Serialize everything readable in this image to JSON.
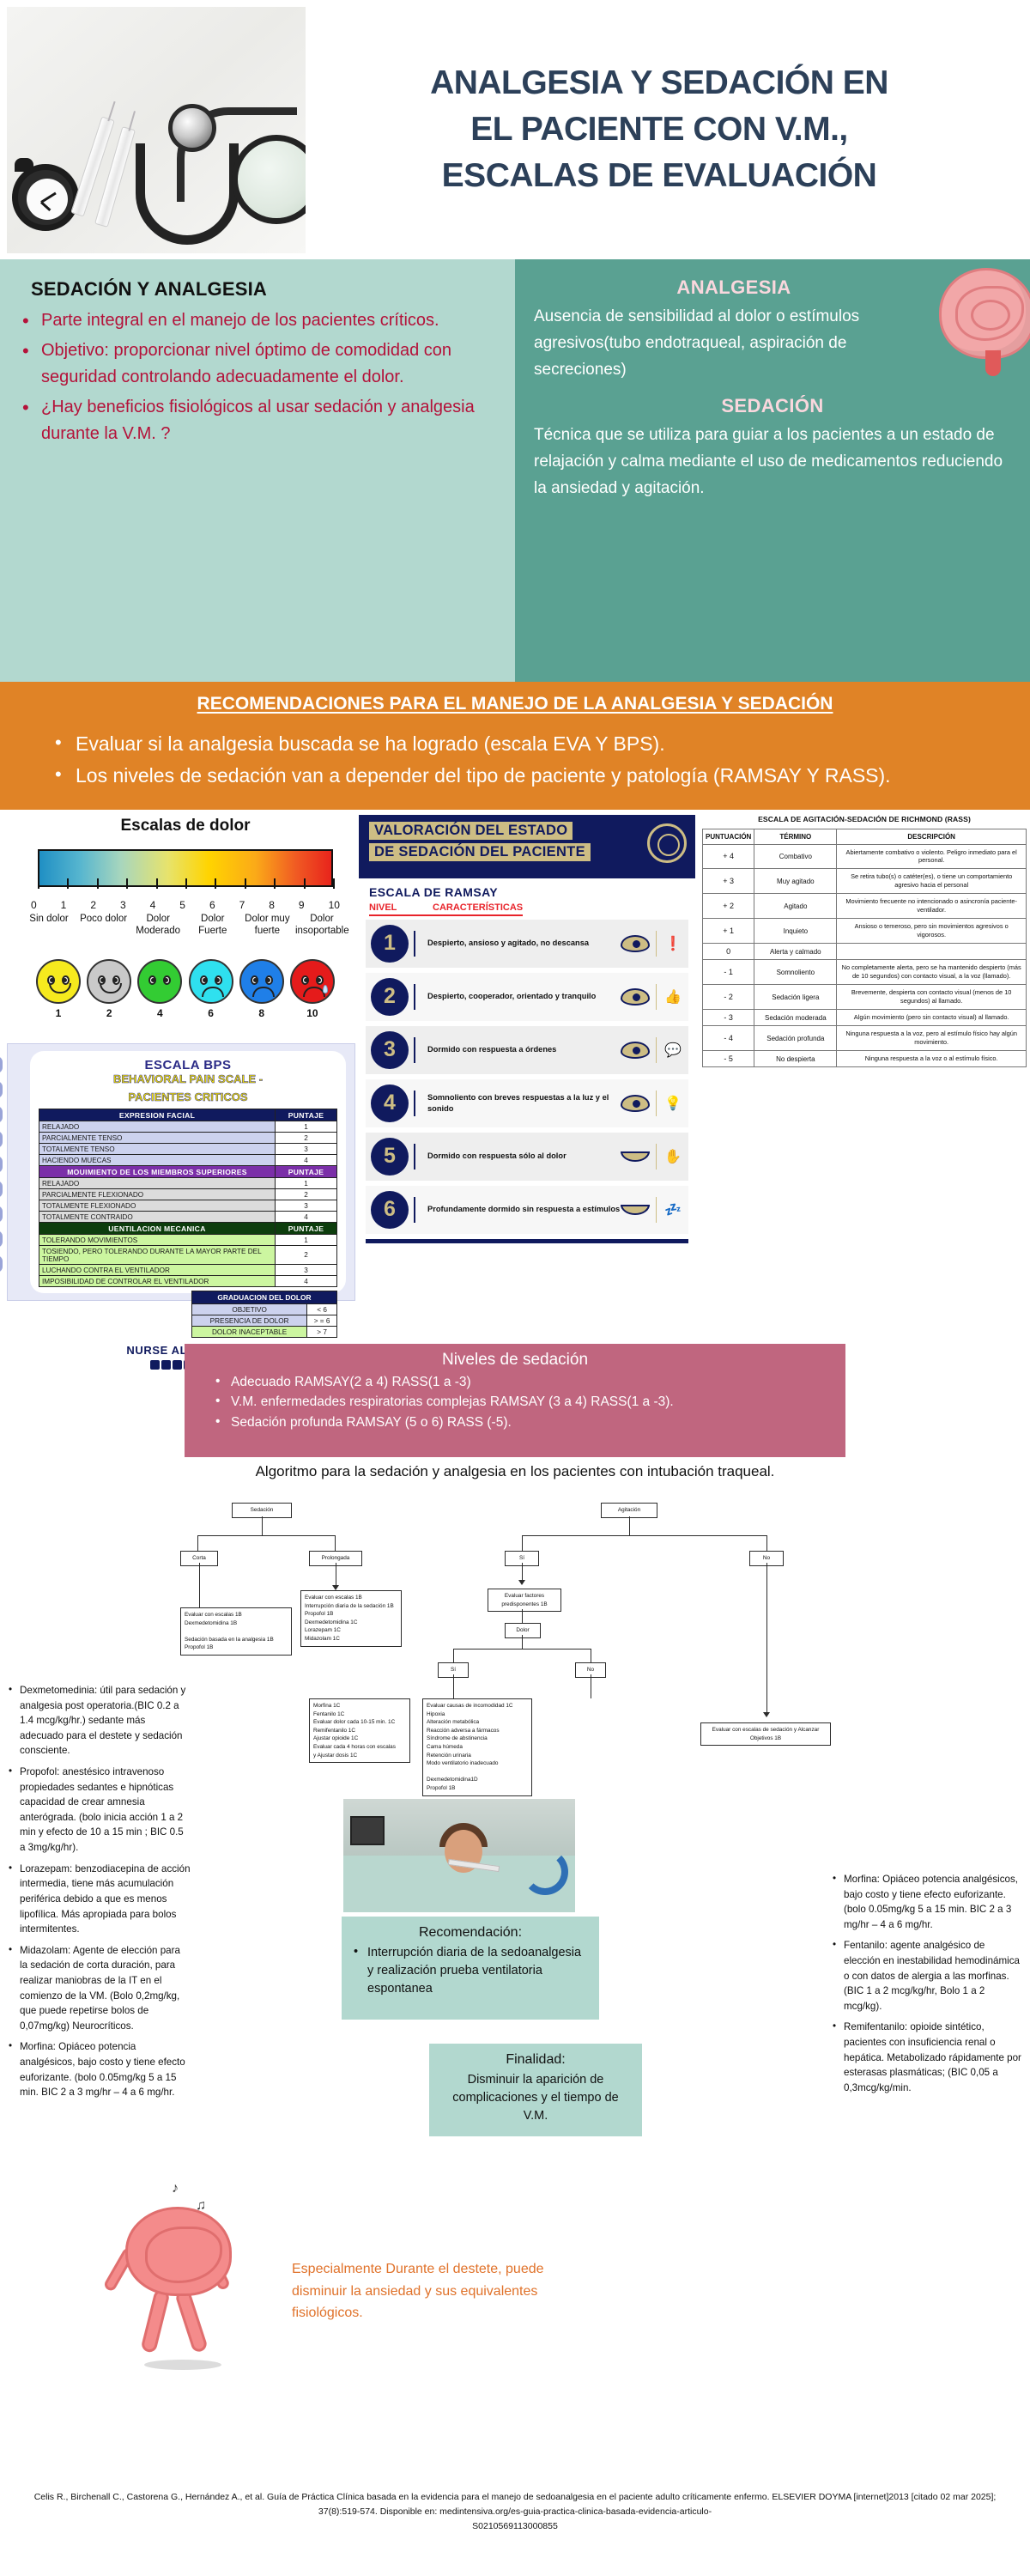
{
  "header": {
    "title_lines": [
      "ANALGESIA Y SEDACIÓN EN",
      "EL PACIENTE CON V.M.,",
      "ESCALAS DE EVALUACIÓN"
    ],
    "photo_alt": "alarm-clock-syringes-stethoscope-magnifier"
  },
  "sedacion_analgesia": {
    "heading": "SEDACIÓN Y ANALGESIA",
    "bullets": [
      "Parte integral en el manejo de los pacientes críticos.",
      "Objetivo: proporcionar nivel óptimo de comodidad con seguridad controlando adecuadamente el dolor.",
      "¿Hay beneficios fisiológicos al usar sedación y analgesia durante la V.M. ?"
    ]
  },
  "definiciones": {
    "analgesia_title": "ANALGESIA",
    "analgesia_text": "Ausencia de sensibilidad al dolor o estímulos agresivos(tubo endotraqueal, aspiración de secreciones)",
    "sedacion_title": "SEDACIÓN",
    "sedacion_text": "Técnica que se utiliza para guiar a los pacientes a un estado de relajación y calma mediante el uso de medicamentos reduciendo la ansiedad y agitación."
  },
  "recomendaciones": {
    "heading": "RECOMENDACIONES PARA EL MANEJO DE LA ANALGESIA Y SEDACIÓN",
    "bullets": [
      "Evaluar si la analgesia buscada se ha logrado (escala EVA Y BPS).",
      "Los niveles de sedación van a depender del tipo de paciente y patología (RAMSAY Y RASS)."
    ]
  },
  "escalas_dolor": {
    "title": "Escalas de dolor",
    "numbers": [
      "0",
      "1",
      "2",
      "3",
      "4",
      "5",
      "6",
      "7",
      "8",
      "9",
      "10"
    ],
    "labels": [
      "Sin dolor",
      "Poco dolor",
      "Dolor Moderado",
      "Dolor Fuerte",
      "Dolor muy fuerte",
      "Dolor insoportable"
    ],
    "face_values": [
      "1",
      "2",
      "4",
      "6",
      "8",
      "10"
    ],
    "face_colors": [
      "#f6ea1e",
      "#c9c9c9",
      "#33cc33",
      "#2fe0ef",
      "#1f7fe8",
      "#e51b1b"
    ]
  },
  "bps": {
    "title_line1": "ESCALA BPS",
    "title_line2": "BEHAVIORAL PAIN SCALE -",
    "title_line3": "PACIENTES CRITICOS",
    "score_header": "PUNTAJE",
    "sections": [
      {
        "header": "EXPRESION FACIAL",
        "rows": [
          [
            "RELAJADO",
            "1"
          ],
          [
            "PARCIALMENTE TENSO",
            "2"
          ],
          [
            "TOTALMENTE TENSO",
            "3"
          ],
          [
            "HACIENDO MUECAS",
            "4"
          ]
        ]
      },
      {
        "header": "MOUIMIENTO DE LOS MIEMBROS SUPERIORES",
        "rows": [
          [
            "RELAJADO",
            "1"
          ],
          [
            "PARCIALMENTE FLEXIONADO",
            "2"
          ],
          [
            "TOTALMENTE FLEXIONADO",
            "3"
          ],
          [
            "TOTALMENTE CONTRAIDO",
            "4"
          ]
        ]
      },
      {
        "header": "UENTILACION MECANICA",
        "rows": [
          [
            "TOLERANDO MOVIMIENTOS",
            "1"
          ],
          [
            "TOSIENDO, PERO TOLERANDO DURANTE LA MAYOR PARTE DEL TIEMPO",
            "2"
          ],
          [
            "LUCHANDO CONTRA EL VENTILADOR",
            "3"
          ],
          [
            "IMPOSIBILIDAD DE CONTROLAR EL VENTILADOR",
            "4"
          ]
        ]
      }
    ],
    "graduacion": {
      "header": "GRADUACION DEL DOLOR",
      "rows": [
        [
          "OBJETIVO",
          "< 6"
        ],
        [
          "PRESENCIA DE DOLOR",
          "> = 6"
        ],
        [
          "DOLOR INACEPTABLE",
          "> 7"
        ]
      ]
    },
    "credit": "NURSE ALEX AMOYA"
  },
  "ramsay": {
    "header_line1": "VALORACIÓN DEL ESTADO",
    "header_line2": "DE SEDACIÓN DEL PACIENTE",
    "subtitle": "ESCALA DE RAMSAY",
    "col_nivel": "NIVEL",
    "col_caracteristicas": "CARACTERÍSTICAS",
    "rows": [
      {
        "nivel": "1",
        "texto": "Despierto, ansioso y agitado, no descansa",
        "icon": "exclamation-icon"
      },
      {
        "nivel": "2",
        "texto": "Despierto, cooperador, orientado y tranquilo",
        "icon": "thumbs-up-icon"
      },
      {
        "nivel": "3",
        "texto": "Dormido con respuesta a órdenes",
        "icon": "speech-icon"
      },
      {
        "nivel": "4",
        "texto": "Somnoliento con breves respuestas a la luz y el sonido",
        "icon": "lightbulb-icon"
      },
      {
        "nivel": "5",
        "texto": "Dormido con respuesta sólo al dolor",
        "icon": "pain-icon"
      },
      {
        "nivel": "6",
        "texto": "Profundamente dormido sin respuesta a estímulos",
        "icon": "sleep-icon"
      }
    ]
  },
  "rass": {
    "title": "ESCALA DE AGITACIÓN-SEDACIÓN DE RICHMOND (RASS)",
    "columns": [
      "PUNTUACIÓN",
      "TÉRMINO",
      "DESCRIPCIÓN"
    ],
    "rows": [
      [
        "+ 4",
        "Combativo",
        "Abiertamente combativo o violento. Peligro inmediato para el personal."
      ],
      [
        "+ 3",
        "Muy agitado",
        "Se retira tubo(s) o catéter(es), o tiene un comportamiento agresivo hacia el personal"
      ],
      [
        "+ 2",
        "Agitado",
        "Movimiento frecuente no intencionado o asincronía paciente-ventilador."
      ],
      [
        "+ 1",
        "Inquieto",
        "Ansioso o temeroso, pero sin movimientos agresivos o vigorosos."
      ],
      [
        "0",
        "Alerta y calmado",
        ""
      ],
      [
        "- 1",
        "Somnoliento",
        "No completamente alerta, pero se ha mantenido despierto (más de 10 segundos) con contacto visual, a la voz (llamado)."
      ],
      [
        "- 2",
        "Sedación ligera",
        "Brevemente, despierta con contacto visual (menos de 10 segundos) al llamado."
      ],
      [
        "- 3",
        "Sedación moderada",
        "Algún movimiento (pero sin contacto visual) al llamado."
      ],
      [
        "- 4",
        "Sedación profunda",
        "Ninguna respuesta a la voz, pero al estímulo físico hay algún movimiento."
      ],
      [
        "- 5",
        "No despierta",
        "Ninguna respuesta a la voz o al estímulo físico."
      ]
    ]
  },
  "niveles_sedacion": {
    "title": "Niveles de sedación",
    "bullets": [
      "Adecuado RAMSAY(2 a 4) RASS(1 a -3)",
      "V.M. enfermedades respiratorias complejas RAMSAY (3 a 4) RASS(1 a -3).",
      "Sedación profunda RAMSAY (5 o 6) RASS (-5)."
    ]
  },
  "algoritmo": {
    "title": "Algoritmo para la sedación y analgesia en los pacientes con intubación traqueal.",
    "nodes": {
      "sedacion": "Sedación",
      "agitacion": "Agitación",
      "corta": "Corta",
      "prolongada": "Prolongada",
      "si": "Sí",
      "no": "No",
      "dolor": "Dolor",
      "si2": "Sí",
      "no2": "No",
      "box_corta": "Evaluar con escalas 1B\nDexmedetomidina  1B\n\nSedación basada en la analgesia  1B\nPropofol  1B",
      "box_prolongada": "Evaluar con escalas 1B\nInterrupción diaria de la sedación 1B\nPropofol  1B\nDexmedetomidina 1C\nLorazepam 1C\nMidazolam 1C",
      "box_factores": "Evaluar factores\npredisponentes 1B",
      "box_morfina": "Morfina  1C\nFentanilo  1C\nEvaluar dolor cada 10-15 min. 1C\nRemifentanilo 1C\nAjustar opioide 1C\nEvaluar cada 4 horas con escalas\ny  Ajustar dosis 1C",
      "box_causas": "Evaluar causas de incomodidad  1C\nHipoxia\nAlteración metabólica\nReacción adversa a fármacos\nSíndrome de abstinencia\nCama húmeda\nRetención urinaria\nModo ventilatorio inadecuado\n\nDexmedetomidina1D\nPropofol 1B",
      "box_escalas_sed": "Evaluar con escalas de sedación y Alcanzar Objetivos  1B"
    }
  },
  "drugs_left": [
    "Dexmetomedinia: útil para sedación y analgesia post operatoria.(BIC 0.2 a 1.4 mcg/kg/hr.) sedante más adecuado para el destete y sedación consciente.",
    "Propofol: anestésico intravenoso propiedades sedantes e hipnóticas capacidad de crear amnesia anterógrada. (bolo inicia acción 1 a 2 min  y efecto de 10 a 15 min ; BIC 0.5 a 3mg/kg/hr).",
    "Lorazepam: benzodiacepina de acción intermedia, tiene más acumulación periférica debido a que es menos lipofílica. Más apropiada para bolos intermitentes.",
    "Midazolam: Agente de elección para la sedación de corta duración, para realizar maniobras de la IT en el comienzo de la VM. (Bolo 0,2mg/kg, que puede repetirse bolos de 0,07mg/kg) Neurocríticos.",
    "Morfina: Opiáceo potencia analgésicos, bajo costo y tiene efecto euforizante. (bolo 0.05mg/kg 5 a 15 min. BIC 2 a 3 mg/hr – 4 a 6 mg/hr."
  ],
  "drugs_right": [
    "Morfina: Opiáceo potencia analgésicos, bajo costo y tiene efecto euforizante. (bolo 0.05mg/kg 5 a 15 min. BIC 2 a 3 mg/hr – 4 a 6 mg/hr.",
    "Fentanilo: agente analgésico de elección en inestabilidad hemodinámica o con datos de alergia a las morfinas.(BIC 1 a 2 mcg/kg/hr, Bolo 1 a 2 mcg/kg).",
    "Remifentanilo: opioide sintético, pacientes con insuficiencia renal o hepática. Metabolizado rápidamente por esterasas plasmáticas; (BIC 0,05 a 0,3mcg/kg/min."
  ],
  "recomendacion": {
    "title": "Recomendación:",
    "bullet": "Interrupción diaria de la sedoanalgesia y realización prueba ventilatoria espontanea"
  },
  "finalidad": {
    "title": "Finalidad:",
    "text": "Disminuir la aparición de complicaciones y el tiempo de V.M."
  },
  "bottom_note": "Especialmente Durante el destete, puede disminuir la ansiedad y sus equivalentes fisiológicos.",
  "footer": {
    "citation": "Celis R., Birchenall C., Castorena G., Hernández A., et al. Guía de Práctica Clínica basada en la evidencia para el manejo de sedoanalgesia en el paciente adulto críticamente enfermo. ELSEVIER DOYMA [internet]2013 [citado 02 mar 2025]; 37(8):519-574. Disponible en: medintensiva.org/es-guia-practica-clinica-basada-evidencia-articulo-",
    "doi": "S0210569113000855"
  },
  "colors": {
    "navy": "#2c4059",
    "teal_light": "#b2d8cf",
    "teal_dark": "#5aa192",
    "orange": "#e08326",
    "crimson": "#b4123a",
    "pink_panel": "#c0667f",
    "gold": "#cdbd84",
    "deep_navy": "#101a5e"
  }
}
